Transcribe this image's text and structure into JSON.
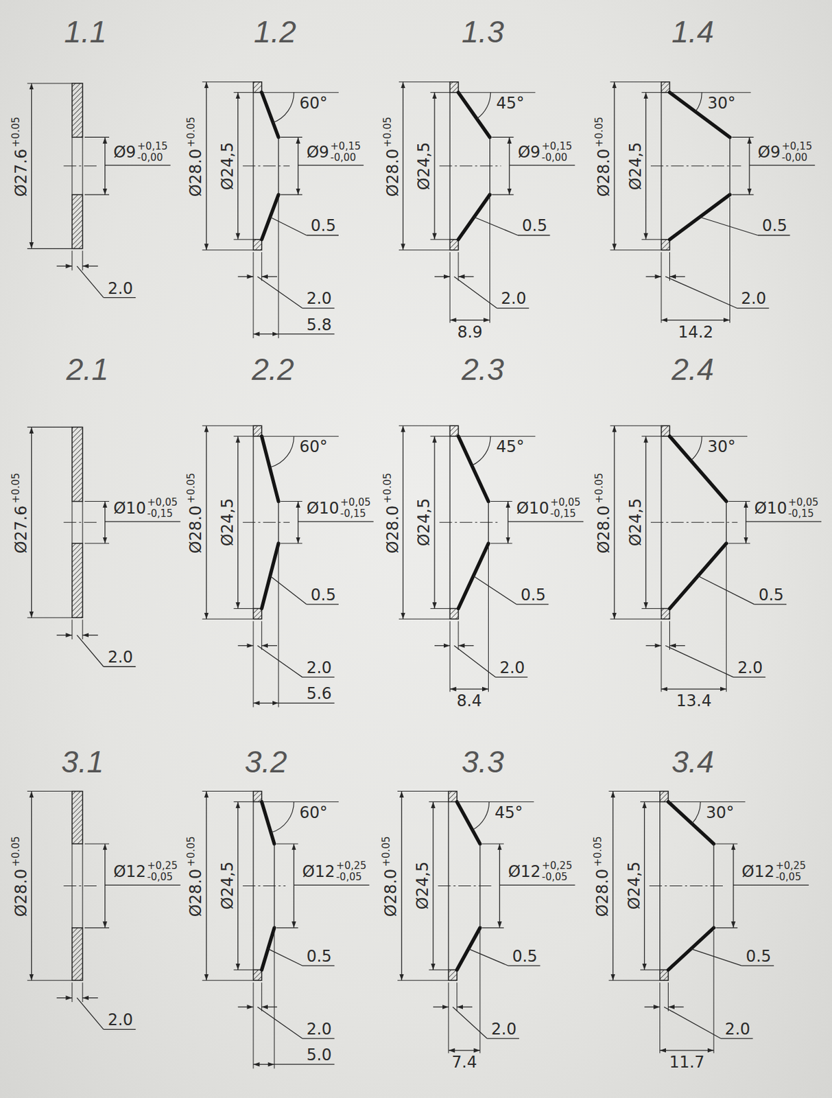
{
  "diagram": {
    "labels": [
      "1.1",
      "Ø27.6",
      "+0.05",
      "Ø9",
      "+0,15",
      "-0,00",
      "2.0",
      "1.2",
      "Ø28.0",
      "+0.05",
      "Ø24,5",
      "60°",
      "Ø9",
      "+0,15",
      "-0,00",
      "0.5",
      "2.0",
      "5.8",
      "1.3",
      "Ø28.0",
      "+0.05",
      "Ø24,5",
      "45°",
      "Ø9",
      "+0,15",
      "-0,00",
      "0.5",
      "2.0",
      "8.9",
      "1.4",
      "Ø28.0",
      "+0.05",
      "Ø24,5",
      "30°",
      "Ø9",
      "+0,15",
      "-0,00",
      "0.5",
      "2.0",
      "14.2",
      "2.1",
      "Ø27.6",
      "+0.05",
      "Ø10",
      "+0,05",
      "-0,15",
      "2.0",
      "2.2",
      "Ø28.0",
      "+0.05",
      "Ø24,5",
      "60°",
      "Ø10",
      "+0,05",
      "-0,15",
      "0.5",
      "2.0",
      "5.6",
      "2.3",
      "Ø28.0",
      "+0.05",
      "Ø24,5",
      "45°",
      "Ø10",
      "+0,05",
      "-0,15",
      "0.5",
      "2.0",
      "8.4",
      "2.4",
      "Ø28.0",
      "+0.05",
      "Ø24,5",
      "30°",
      "Ø10",
      "+0,05",
      "-0,15",
      "0.5",
      "2.0",
      "13.4",
      "3.1",
      "Ø28.0",
      "+0.05",
      "Ø12",
      "+0,25",
      "-0,05",
      "2.0",
      "3.2",
      "Ø28.0",
      "+0.05",
      "Ø24,5",
      "60°",
      "Ø12",
      "+0,25",
      "-0,05",
      "0.5",
      "2.0",
      "5.0",
      "3.3",
      "Ø28.0",
      "+0.05",
      "Ø24,5",
      "45°",
      "Ø12",
      "+0,25",
      "-0,05",
      "0.5",
      "2.0",
      "7.4",
      "3.4",
      "Ø28.0",
      "+0.05",
      "Ø24,5",
      "30°",
      "Ø12",
      "+0,25",
      "-0,05",
      "0.5",
      "2.0",
      "11.7"
    ]
  }
}
